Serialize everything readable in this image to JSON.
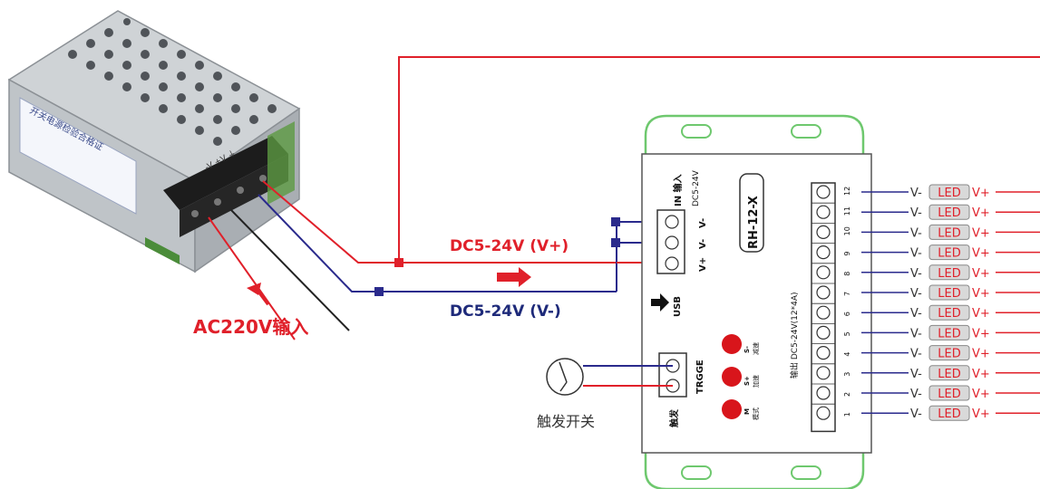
{
  "colors": {
    "positive_wire": "#e0202a",
    "negative_wire": "#2a2a8c",
    "controller_outline": "#6ec86e",
    "led_fill": "#d9d9d9",
    "led_text": "#e0202a",
    "button": "#d8151b",
    "label_red": "#e0202a",
    "label_blue": "#1e2a7a"
  },
  "power_supply": {
    "label_cn": "开关电源检验合格证",
    "input_label": "AC220V输入",
    "terminal_labels": "-V  +V  ⏚"
  },
  "wires": {
    "positive_label": "DC5-24V (V+)",
    "negative_label": "DC5-24V (V-)"
  },
  "controller": {
    "model": "RH-12-X",
    "input_title": "IN 输入",
    "input_voltage": "DC5-24V",
    "input_pins": [
      "V-",
      "V-",
      "V+"
    ],
    "usb_label": "USB",
    "trigger_terminal_label": "TRGGE",
    "trigger_cn": "触发",
    "output_label": "输出 DC5-24V(12*4A)",
    "buttons": [
      {
        "key": "S-",
        "cn": "减速"
      },
      {
        "key": "S+",
        "cn": "加速"
      },
      {
        "key": "M",
        "cn": "模式"
      }
    ],
    "channels": [
      "12",
      "11",
      "10",
      "9",
      "8",
      "7",
      "6",
      "5",
      "4",
      "3",
      "2",
      "1"
    ]
  },
  "trigger_switch": {
    "label": "触发开关"
  },
  "led": {
    "label": "LED",
    "minus": "V-",
    "plus": "V+"
  }
}
